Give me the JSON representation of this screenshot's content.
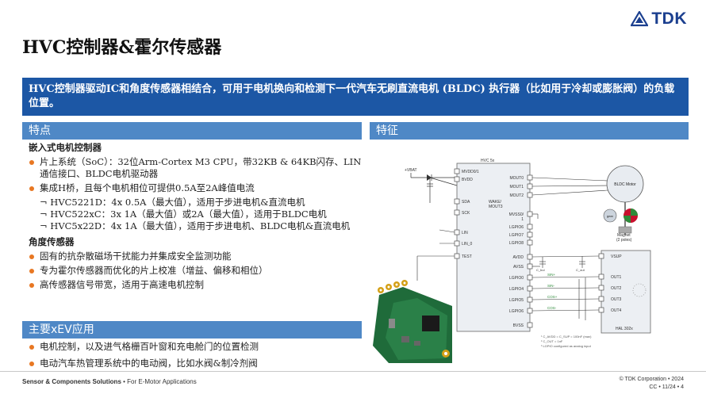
{
  "header": {
    "title": "HVC控制器&霍尔传感器",
    "logo_text": "TDK"
  },
  "banner": {
    "text": "HVC控制器驱动IC和角度传感器相结合，可用于电机换向和检测下一代汽车无刷直流电机 (BLDC) 执行器（比如用于冷却或膨胀阀）的负载位置。"
  },
  "features": {
    "heading": "特点",
    "controller_title": "嵌入式电机控制器",
    "controller_bullets": [
      "片上系统（SoC）：32位Arm-Cortex M3 CPU，带32KB & 64KB闪存、LIN通信接口、BLDC电机驱动器",
      "集成H桥，且每个电机相位可提供0.5A至2A峰值电流"
    ],
    "variants": [
      "¬ HVC5221D：4x 0.5A（最大值），适用于步进电机&直流电机",
      "¬ HVC522xC：3x 1A（最大值）或2A（最大值），适用于BLDC电机",
      "¬ HVC5x22D：4x 1A（最大值），适用于步进电机、BLDC电机&直流电机"
    ],
    "sensor_title": "角度传感器",
    "sensor_bullets": [
      "固有的抗杂散磁场干扰能力并集成安全监测功能",
      "专为霍尔传感器而优化的片上校准（增益、偏移和相位）",
      "高传感器信号带宽，适用于高速电机控制"
    ]
  },
  "applications": {
    "heading": "主要xEV应用",
    "bullets": [
      "电机控制，以及进气格栅百叶窗和充电舱门的位置检测",
      "电动汽车热管理系统中的电动阀，比如水阀&制冷剂阀"
    ]
  },
  "panel": {
    "heading": "特征"
  },
  "diagram": {
    "vbat": "+VBAT",
    "hvc_label": "HVC 5x",
    "hvc_left_pins": [
      "MVDD0/1",
      "BVDD",
      "SDA",
      "SCK",
      "LIN",
      "LIN_0",
      "TEST"
    ],
    "hvc_mid_pins": [
      "WAKE/",
      "MOUT3"
    ],
    "hvc_right_pins": [
      "MOUT0",
      "MOUT1",
      "MOUT2",
      "MVSS0/",
      "1",
      "LGPIO6",
      "LGPIO7",
      "LGPIO8",
      "AVDD",
      "AVSS",
      "LGPIO0",
      "LGPIO4",
      "LGPIO5",
      "LGPIO6",
      "BVSS"
    ],
    "bldc_label": "BLDC Motor",
    "magnet_label": "Magnet",
    "magnet_poles": "(2 poles)",
    "gear_label": "gear",
    "hal_label": "HAL 302x",
    "hal_pins": [
      "VSUP",
      "OUT1",
      "OUT2",
      "OUT3",
      "OUT4"
    ],
    "signal_labels": [
      "SIN+",
      "SIN-",
      "COS+",
      "COS-"
    ],
    "cap_labels": [
      "C_bul",
      "C_out"
    ],
    "notes": [
      "¹ C_AVDD = C_SUP = 100nF (max)",
      "² C_OUT = 1nF",
      "³ LGPIO configured as analog input"
    ]
  },
  "footer": {
    "left_bold": "Sensor & Components Solutions",
    "left_rest": " • For E-Motor Applications",
    "right_line1": "© TDK Corporation • 2024",
    "right_line2": "CC • 11/24 • 4"
  },
  "colors": {
    "banner": "#1c57a5",
    "section_header": "#4f88c6",
    "bullet": "#e87722",
    "logo": "#1b3f8f"
  }
}
